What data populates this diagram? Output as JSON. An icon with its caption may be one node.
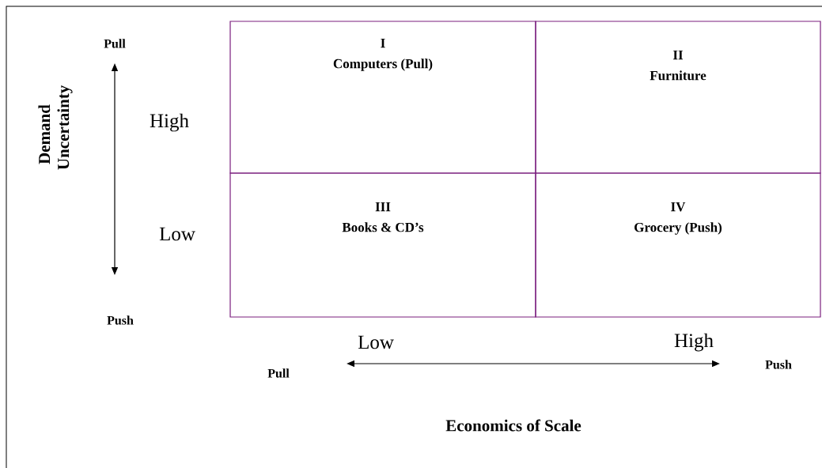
{
  "diagram": {
    "nodes": [
      {
        "text": [
          "I",
          "Computers (Pull)"
        ]
      },
      {
        "text": [
          "II",
          "Furniture"
        ]
      },
      {
        "text": [
          "III",
          "Books & CD’s"
        ]
      },
      {
        "text": [
          "IV",
          "Grocery (Push)"
        ]
      }
    ],
    "labels": [
      "Pull",
      "Demand Uncertainty",
      "High",
      "Low",
      "Push",
      "Low",
      "High",
      "Pull",
      "Push",
      "Economics of Scale"
    ]
  }
}
